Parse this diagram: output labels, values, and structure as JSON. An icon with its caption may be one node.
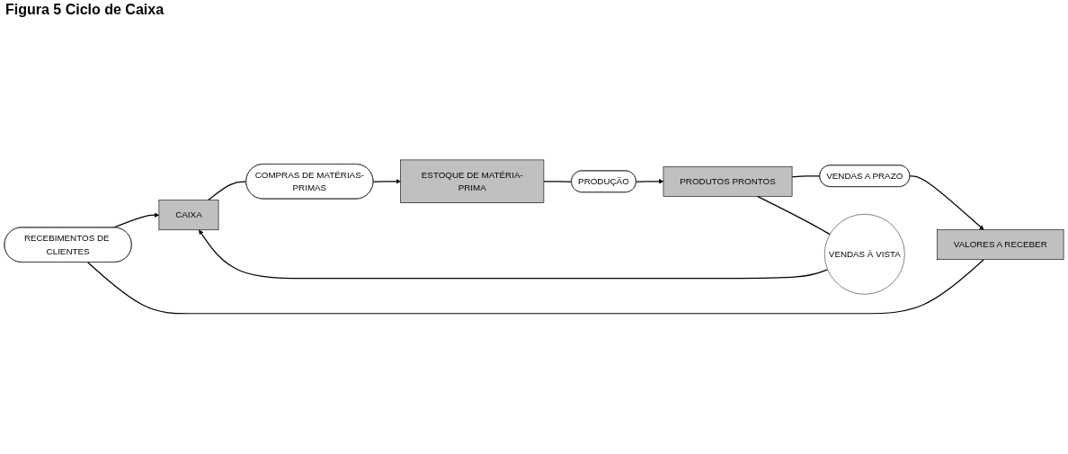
{
  "diagram": {
    "title": "Figura 5 Ciclo de Caixa",
    "nodes": [
      {
        "text": [
          "RECEBIMENTOS DE CLIENTES"
        ]
      },
      {
        "text": [
          "CAIXA"
        ]
      },
      {
        "text": [
          "COMPRAS DE MATÉRIAS-PRIMAS"
        ]
      },
      {
        "text": [
          "VALORES A RECEBER"
        ]
      },
      {
        "text": [
          "VENDAS À VISTA"
        ]
      },
      {
        "text": [
          "ESTOQUE DE MATÉRIA-PRIMA"
        ]
      },
      {
        "text": [
          "VENDAS A PRAZO"
        ]
      },
      {
        "text": [
          "PRODUTOS PRONTOS"
        ]
      },
      {
        "text": [
          "PRODUÇÃO"
        ]
      }
    ],
    "edges": [
      {
        "from": 0,
        "to": 1,
        "arrow": "to"
      },
      {
        "from": 1,
        "to": 2,
        "arrow": "none"
      },
      {
        "from": 2,
        "to": 5,
        "arrow": "to"
      },
      {
        "from": 5,
        "to": 8,
        "arrow": "none"
      },
      {
        "from": 8,
        "to": 7,
        "arrow": "to"
      },
      {
        "from": 7,
        "to": 6,
        "arrow": "none"
      },
      {
        "from": 6,
        "to": 3,
        "arrow": "to"
      },
      {
        "from": 3,
        "to": 0,
        "arrow": "none"
      },
      {
        "from": 7,
        "to": 4,
        "arrow": "none"
      },
      {
        "from": 4,
        "to": 1,
        "arrow": "to"
      }
    ]
  }
}
